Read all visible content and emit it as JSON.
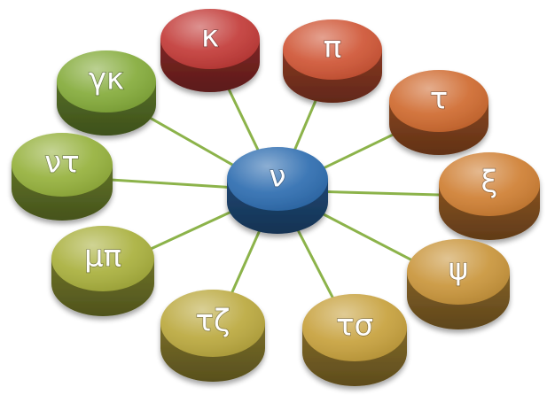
{
  "center": {
    "label": "ν",
    "color": "#2e6db0"
  },
  "nodes": [
    {
      "label": "κ",
      "color": "#c23a37"
    },
    {
      "label": "π",
      "color": "#cf5535"
    },
    {
      "label": "τ",
      "color": "#cf6a2f"
    },
    {
      "label": "ξ",
      "color": "#cf7f33"
    },
    {
      "label": "ψ",
      "color": "#c9953b"
    },
    {
      "label": "τσ",
      "color": "#c7a13d"
    },
    {
      "label": "τζ",
      "color": "#bba93f"
    },
    {
      "label": "μπ",
      "color": "#a9b03d"
    },
    {
      "label": "ντ",
      "color": "#95b13c"
    },
    {
      "label": "γκ",
      "color": "#84ab3a"
    }
  ],
  "connector_color": "#8cb34a"
}
